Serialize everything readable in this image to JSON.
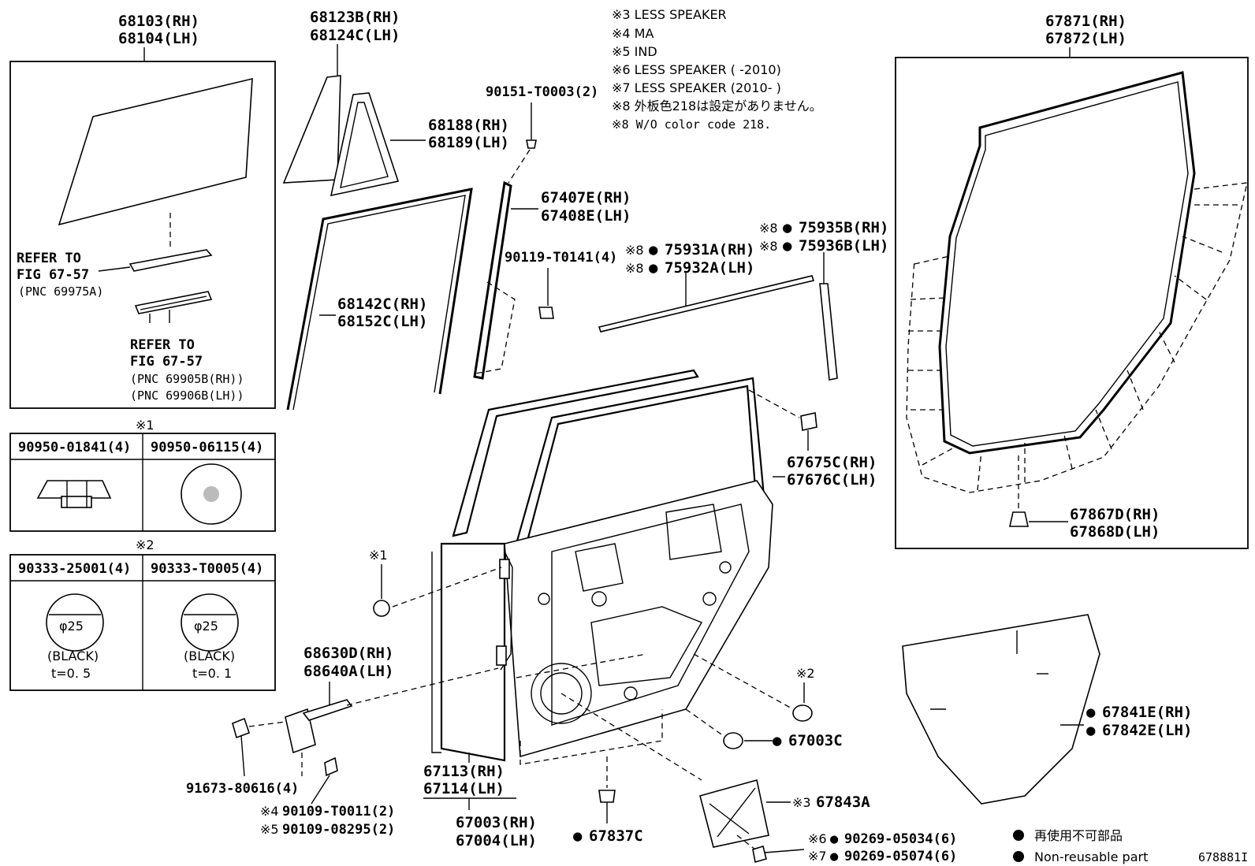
{
  "labels": {
    "p68103": "68103(RH)",
    "p68104": "68104(LH)",
    "p68123b": "68123B(RH)",
    "p68124c": "68124C(LH)",
    "p68188": "68188(RH)",
    "p68189": "68189(LH)",
    "p90151": "90151-T0003(2)",
    "p67407e": "67407E(RH)",
    "p67408e": "67408E(LH)",
    "p90119": "90119-T0141(4)",
    "p68142c": "68142C(RH)",
    "p68152c": "68152C(LH)",
    "p75931a": "75931A(RH)",
    "p75932a": "75932A(LH)",
    "p75935b": "75935B(RH)",
    "p75936b": "75936B(LH)",
    "p67871": "67871(RH)",
    "p67872": "67872(LH)",
    "p67675c": "67675C(RH)",
    "p67676c": "67676C(LH)",
    "p67867d": "67867D(RH)",
    "p67868d": "67868D(LH)",
    "p68630d": "68630D(RH)",
    "p68640a": "68640A(LH)",
    "p91673": "91673-80616(4)",
    "p90109a": "90109-T0011(2)",
    "p90109b": "90109-08295(2)",
    "p67113": "67113(RH)",
    "p67114": "67114(LH)",
    "p67003": "67003(RH)",
    "p67004": "67004(LH)",
    "p67837c": "67837C",
    "p67003c": "67003C",
    "p67843a": "67843A",
    "p90269a": "90269-05034(6)",
    "p90269b": "90269-05074(6)",
    "p67841e": "67841E(RH)",
    "p67842e": "67842E(LH)"
  },
  "marks": {
    "m1": "※1",
    "m2": "※2",
    "m3": "※3",
    "m4": "※4",
    "m5": "※5",
    "m6": "※6",
    "m7": "※7",
    "m8": "※8",
    "dot": "●"
  },
  "notes": [
    "※3 LESS SPEAKER",
    "※4 MA",
    "※5 IND",
    "※6 LESS SPEAKER (       -2010)",
    "※7 LESS SPEAKER (2010-       )",
    "※8 外板色218は設定がありません。",
    "※8 W/O color code 218."
  ],
  "refer": {
    "a_line1": "REFER TO",
    "a_line2": "FIG 67-57",
    "a_line3": "(PNC 69975A)",
    "b_line1": "REFER TO",
    "b_line2": "FIG 67-57",
    "b_line3": "(PNC 69905B(RH))",
    "b_line4": "(PNC 69906B(LH))"
  },
  "table1": {
    "col1": "90950-01841(4)",
    "col2": "90950-06115(4)"
  },
  "table2": {
    "col1": "90333-25001(4)",
    "col2": "90333-T0005(4)",
    "dia1": "φ25",
    "dia2": "φ25",
    "color1": "(BLACK)",
    "color2": "(BLACK)",
    "t1": "t=0. 5",
    "t2": "t=0. 1"
  },
  "legend": {
    "jp": "再使用不可部品",
    "en": "Non-reusable part"
  },
  "figure_id": "678881I"
}
